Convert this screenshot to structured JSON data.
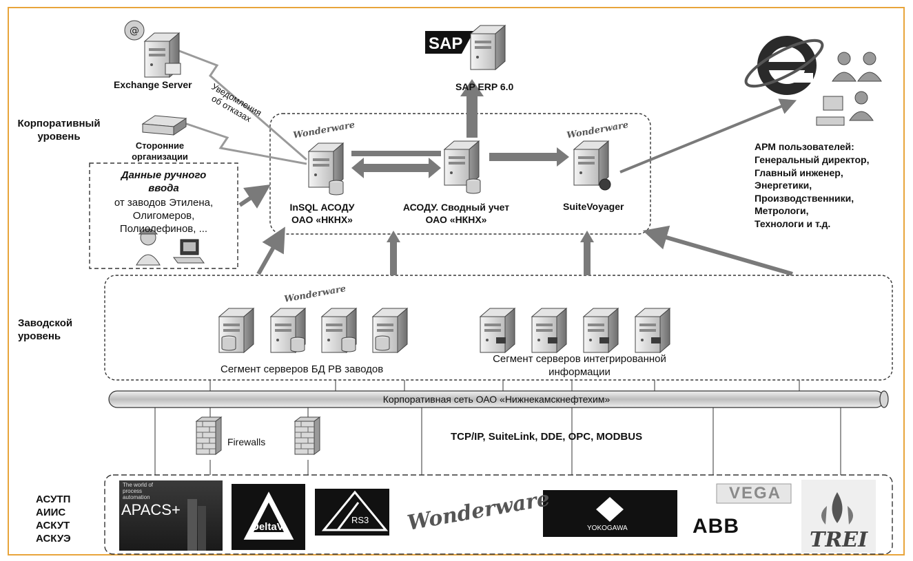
{
  "top": {
    "exchange_label": "Exchange Server",
    "sap_logo": "SAP",
    "sap_label": "SAP ERP 6.0",
    "notify_label": "Уведомления\nоб отказах",
    "third_party_label": "Сторонние\nорганизации"
  },
  "levels": {
    "corporate": "Корпоративный\nуровень",
    "plant": "Заводской\nуровень",
    "systems": "АСУТП\nАИИС\nАСКУТ\nАСКУЭ"
  },
  "manual": {
    "title": "Данные ручного\nввода",
    "text": "от заводов Этилена,\nОлигомеров,\nПолиолефинов, ..."
  },
  "core": {
    "wonderware": "Wonderware",
    "insql": "InSQL АСОДУ\nОАО «НКНХ»",
    "asodu": "АСОДУ. Сводный учет\nОАО «НКНХ»",
    "suitevoyager": "SuiteVoyager"
  },
  "users": {
    "title": "АРМ пользователей:",
    "roles": "Генеральный директор,\nГлавный инженер,\nЭнергетики,\nПроизводственники,\nМетрологи,\nТехнологи и т.д."
  },
  "plant": {
    "db_segment": "Сегмент серверов БД РВ заводов",
    "info_segment": "Сегмент серверов интегрированной\nинформации"
  },
  "network": {
    "bus_label": "Корпоративная сеть ОАО «Нижнекамскнефтехим»",
    "firewalls": "Firewalls",
    "protocols": "TCP/IP, SuiteLink, DDE, OPC, MODBUS"
  },
  "vendors": {
    "apacs_small": "The world of\nprocess\nautomation",
    "apacs": "APACS+",
    "deltav": "DeltaV",
    "rs3": "RS3",
    "wonderware": "Wonderware",
    "yokogawa": "YOKOGAWA",
    "vega": "VEGA",
    "abb": "ABB",
    "trei": "TREI"
  }
}
